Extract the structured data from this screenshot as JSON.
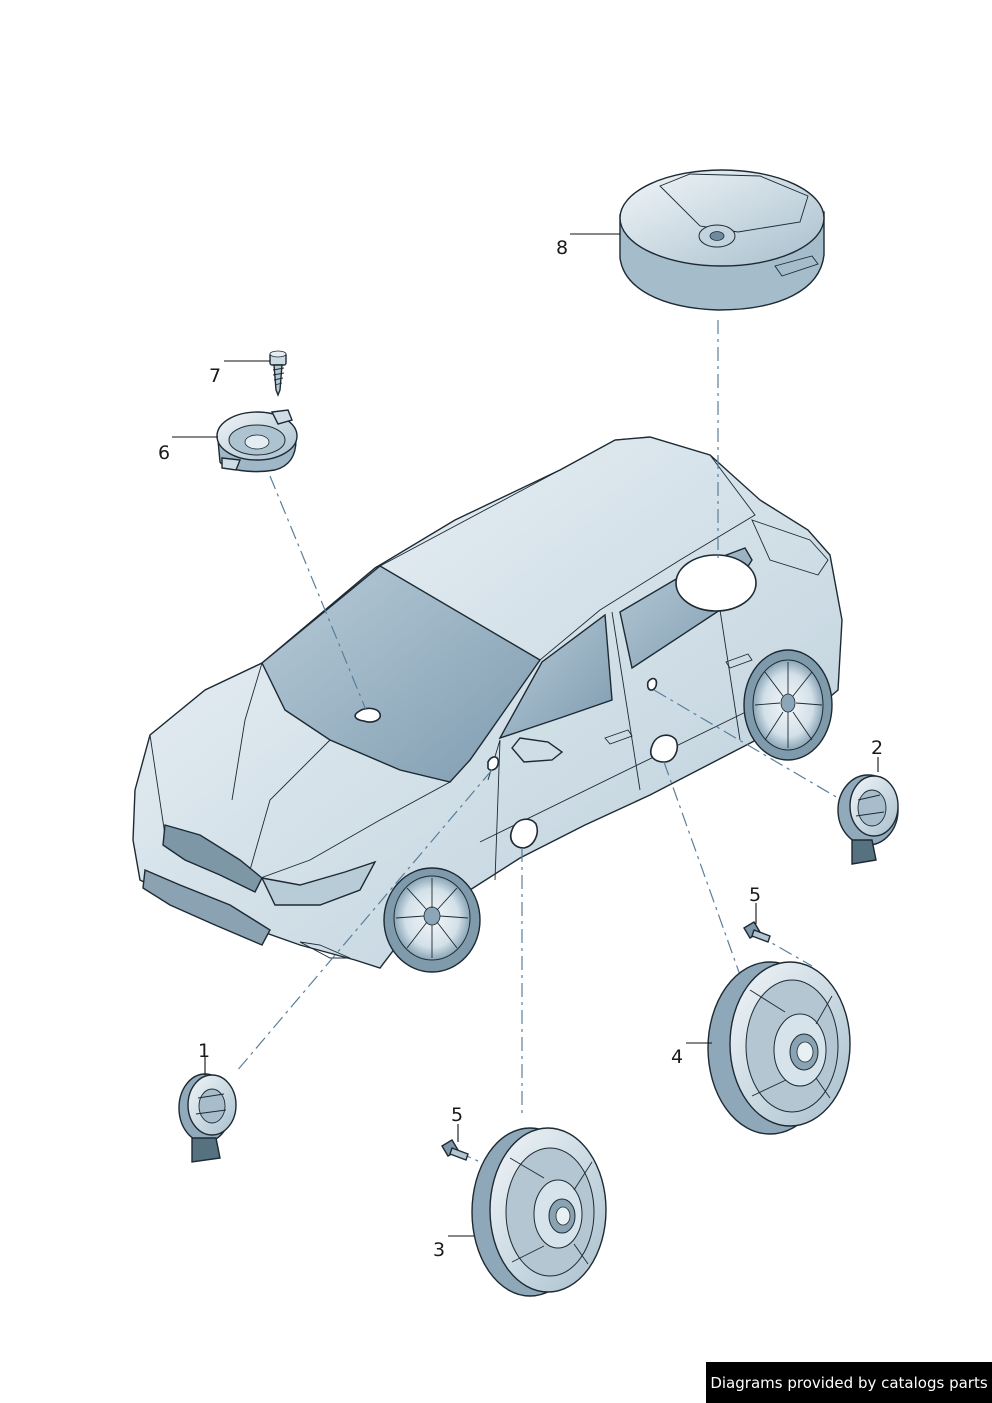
{
  "diagram": {
    "callouts": {
      "c1": "1",
      "c2": "2",
      "c3": "3",
      "c4": "4",
      "c5a": "5",
      "c5b": "5",
      "c6": "6",
      "c7": "7",
      "c8": "8"
    }
  },
  "credit": {
    "text": "Diagrams provided by catalogs parts"
  },
  "colors": {
    "body_light": "#e6eef3",
    "body_mid": "#c9d9e3",
    "body_dark": "#9fb7c6",
    "glass": "#8fabbd",
    "outline": "#1d2a33",
    "dash": "#5a7f9a"
  }
}
